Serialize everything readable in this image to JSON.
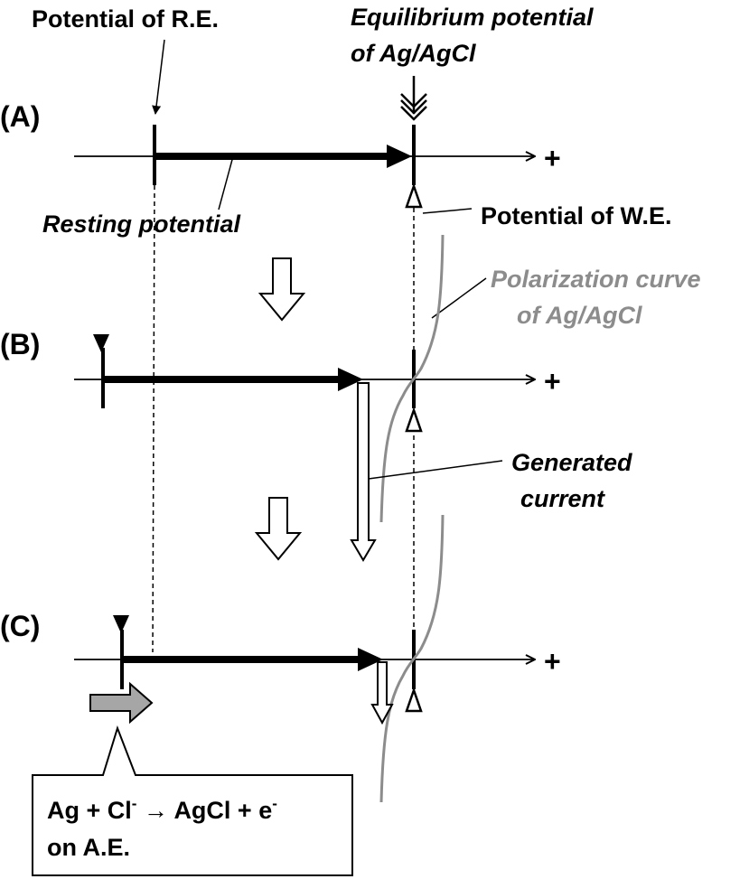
{
  "labels": {
    "potential_re": "Potential of R.E.",
    "equilibrium_line1": "Equilibrium potential",
    "equilibrium_line2": "of Ag/AgCl",
    "panel_a": "(A)",
    "panel_b": "(B)",
    "panel_c": "(C)",
    "plus": "+",
    "resting_potential": "Resting potential",
    "potential_we": "Potential of W.E.",
    "polarization_line1": "Polarization curve",
    "polarization_line2": "of Ag/AgCl",
    "generated_line1": "Generated",
    "generated_line2": "current",
    "reaction_ag": "Ag + Cl",
    "reaction_sup1": "-",
    "reaction_mid": " → AgCl + e",
    "reaction_sup2": "-",
    "reaction_line2": "on A.E."
  },
  "colors": {
    "line": "#000000",
    "curve": "#8c8c8c",
    "shift_arrow": "#a6a6a6"
  }
}
